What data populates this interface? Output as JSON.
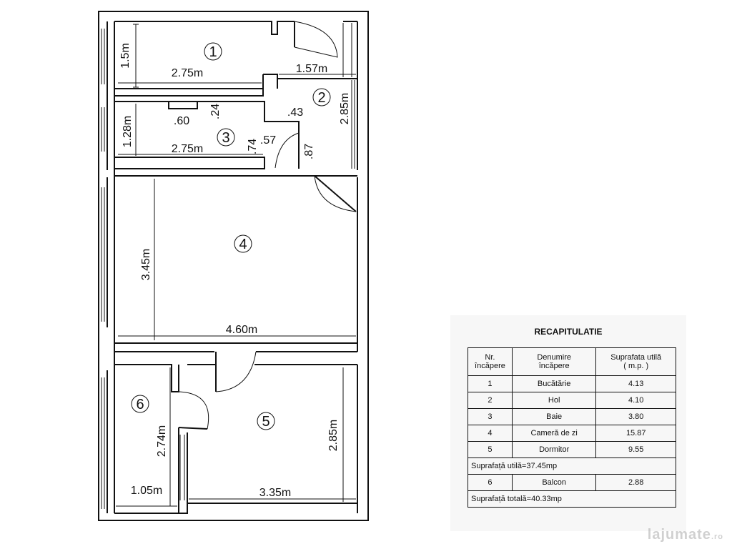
{
  "plan": {
    "rooms": [
      {
        "id": "1",
        "label": "1"
      },
      {
        "id": "2",
        "label": "2"
      },
      {
        "id": "3",
        "label": "3"
      },
      {
        "id": "4",
        "label": "4"
      },
      {
        "id": "5",
        "label": "5"
      },
      {
        "id": "6",
        "label": "6"
      }
    ],
    "dimensions": {
      "r1_height": "1.5m",
      "r1_width": "2.75m",
      "r2_width": "1.57m",
      "r2_height": "2.85m",
      "r2_wall": ".43",
      "r3_height": "1.28m",
      "r3_width": "2.75m",
      "r3_a": ".60",
      "r3_b": ".24",
      "r3_c": ".74",
      "r3_d": ".57",
      "r3_e": ".87",
      "r4_height": "3.45m",
      "r4_width": "4.60m",
      "r5_height": "2.85m",
      "r5_width": "3.35m",
      "r6_height": "2.74m",
      "r6_width": "1.05m"
    }
  },
  "recap": {
    "title": "RECAPITULATIE",
    "headers": {
      "nr": [
        "Nr.",
        "încăpere"
      ],
      "name": [
        "Denumire",
        "încăpere"
      ],
      "area": [
        "Suprafata utilă",
        "( m.p. )"
      ]
    },
    "rows": [
      {
        "nr": "1",
        "name": "Bucătărie",
        "area": "4.13"
      },
      {
        "nr": "2",
        "name": "Hol",
        "area": "4.10"
      },
      {
        "nr": "3",
        "name": "Baie",
        "area": "3.80"
      },
      {
        "nr": "4",
        "name": "Cameră de zi",
        "area": "15.87"
      },
      {
        "nr": "5",
        "name": "Dormitor",
        "area": "9.55"
      }
    ],
    "useful_total": "Suprafață utilă=37.45mp",
    "balcony": {
      "nr": "6",
      "name": "Balcon",
      "area": "2.88"
    },
    "grand_total": "Suprafață totală=40.33mp"
  },
  "watermark": {
    "text": "lajumate",
    "suffix": ".ro"
  }
}
